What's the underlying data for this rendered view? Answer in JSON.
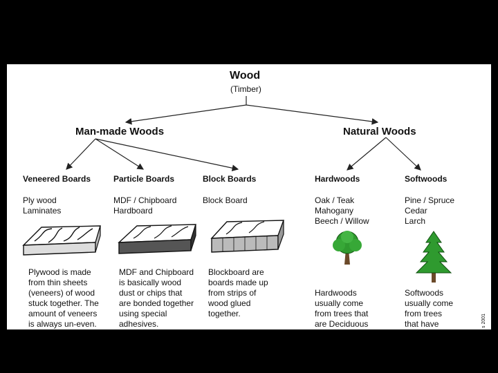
{
  "root": {
    "title": "Wood",
    "subtitle": "(Timber)"
  },
  "categories": {
    "manmade": "Man-made Woods",
    "natural": "Natural Woods"
  },
  "columns": [
    {
      "heading": "Veneered Boards",
      "items": [
        "Ply wood",
        "Laminates"
      ],
      "description": [
        "Plywood is made",
        "from thin sheets",
        "(veneers) of wood",
        "stuck together. The",
        "amount of veneers",
        "is always un-even."
      ]
    },
    {
      "heading": "Particle Boards",
      "items": [
        "MDF / Chipboard",
        "Hardboard"
      ],
      "description": [
        "MDF and Chipboard",
        "is basically wood",
        "dust or chips that",
        "are bonded together",
        "using special",
        "adhesives."
      ]
    },
    {
      "heading": "Block Boards",
      "items": [
        "Block Board"
      ],
      "description": [
        "Blockboard are",
        "boards made up",
        "from strips of",
        "wood glued",
        "together."
      ]
    },
    {
      "heading": "Hardwoods",
      "items": [
        "Oak  / Teak",
        "Mahogany",
        "Beech / Willow"
      ],
      "description": [
        "Hardwoods",
        "usually come",
        "from trees that",
        "are Deciduous"
      ]
    },
    {
      "heading": "Softwoods",
      "items": [
        "Pine / Spruce",
        "Cedar",
        "Larch"
      ],
      "description": [
        "Softwoods",
        "usually come",
        "from trees",
        "that have"
      ]
    }
  ],
  "stamp": "s 2001",
  "colors": {
    "background": "#000000",
    "panel": "#ffffff",
    "ink": "#111111",
    "tree_green": "#2f9a2f",
    "trunk": "#6b4a2a"
  }
}
